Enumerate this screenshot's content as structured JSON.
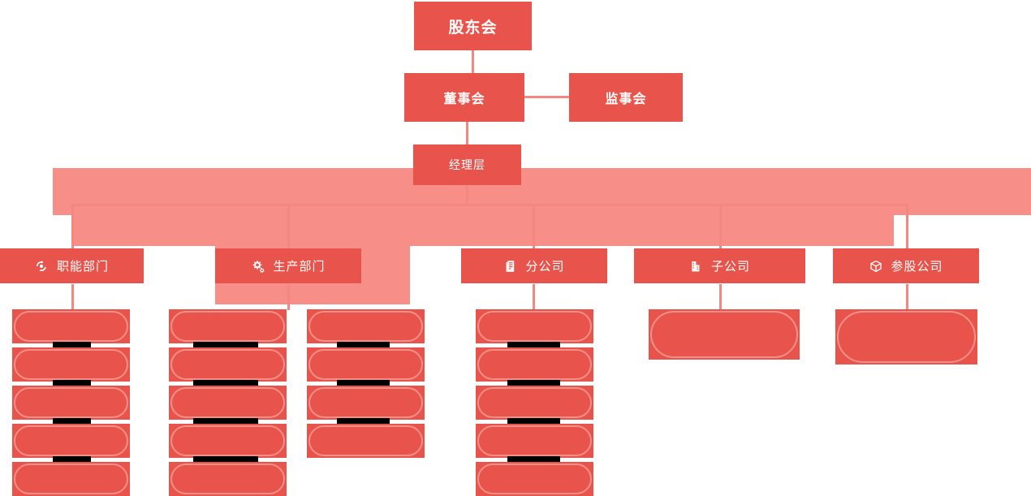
{
  "chart_title": "",
  "colors": {
    "node_red": "#e8544c",
    "selection_pink": "#f78f88",
    "connector_pink": "#f4877f",
    "pill_border": "#f59089",
    "text_white": "#ffffff",
    "redaction_black": "#000000",
    "background": "#ffffff"
  },
  "governance": {
    "shareholders": "股东会",
    "board": "董事会",
    "supervisors": "监事会",
    "management": "经理层"
  },
  "categories": [
    {
      "label": "职能部门",
      "icon": "recycle-circle-icon",
      "leaf_count": 5
    },
    {
      "label": "生产部门",
      "icon": "gears-icon",
      "leaf_count": 9
    },
    {
      "label": "分公司",
      "icon": "document-building-icon",
      "leaf_count": 5
    },
    {
      "label": "子公司",
      "icon": "office-building-icon",
      "leaf_count": 1
    },
    {
      "label": "参股公司",
      "icon": "cube-box-icon",
      "leaf_count": 1
    }
  ],
  "leaf_columns": [
    {
      "name": "functional-departments",
      "items": [
        {
          "label": "",
          "redacted": true
        },
        {
          "label": "",
          "redacted": true
        },
        {
          "label": "",
          "redacted": true
        },
        {
          "label": "",
          "redacted": true
        },
        {
          "label": "",
          "redacted": false
        }
      ]
    },
    {
      "name": "production-departments-a",
      "items": [
        {
          "label": "",
          "redacted": true
        },
        {
          "label": "",
          "redacted": true
        },
        {
          "label": "",
          "redacted": true
        },
        {
          "label": "",
          "redacted": true
        },
        {
          "label": "",
          "redacted": false
        }
      ]
    },
    {
      "name": "production-departments-b",
      "items": [
        {
          "label": "",
          "redacted": true
        },
        {
          "label": "",
          "redacted": true
        },
        {
          "label": "",
          "redacted": true
        },
        {
          "label": "",
          "redacted": false
        }
      ]
    },
    {
      "name": "branch-companies",
      "items": [
        {
          "label": "",
          "redacted": true
        },
        {
          "label": "",
          "redacted": true
        },
        {
          "label": "",
          "redacted": true
        },
        {
          "label": "",
          "redacted": true
        },
        {
          "label": "",
          "redacted": false
        }
      ]
    },
    {
      "name": "subsidiary-companies",
      "items": [
        {
          "label": "",
          "redacted": false
        }
      ]
    },
    {
      "name": "equity-participation-companies",
      "items": [
        {
          "label": "",
          "redacted": false
        }
      ]
    }
  ]
}
